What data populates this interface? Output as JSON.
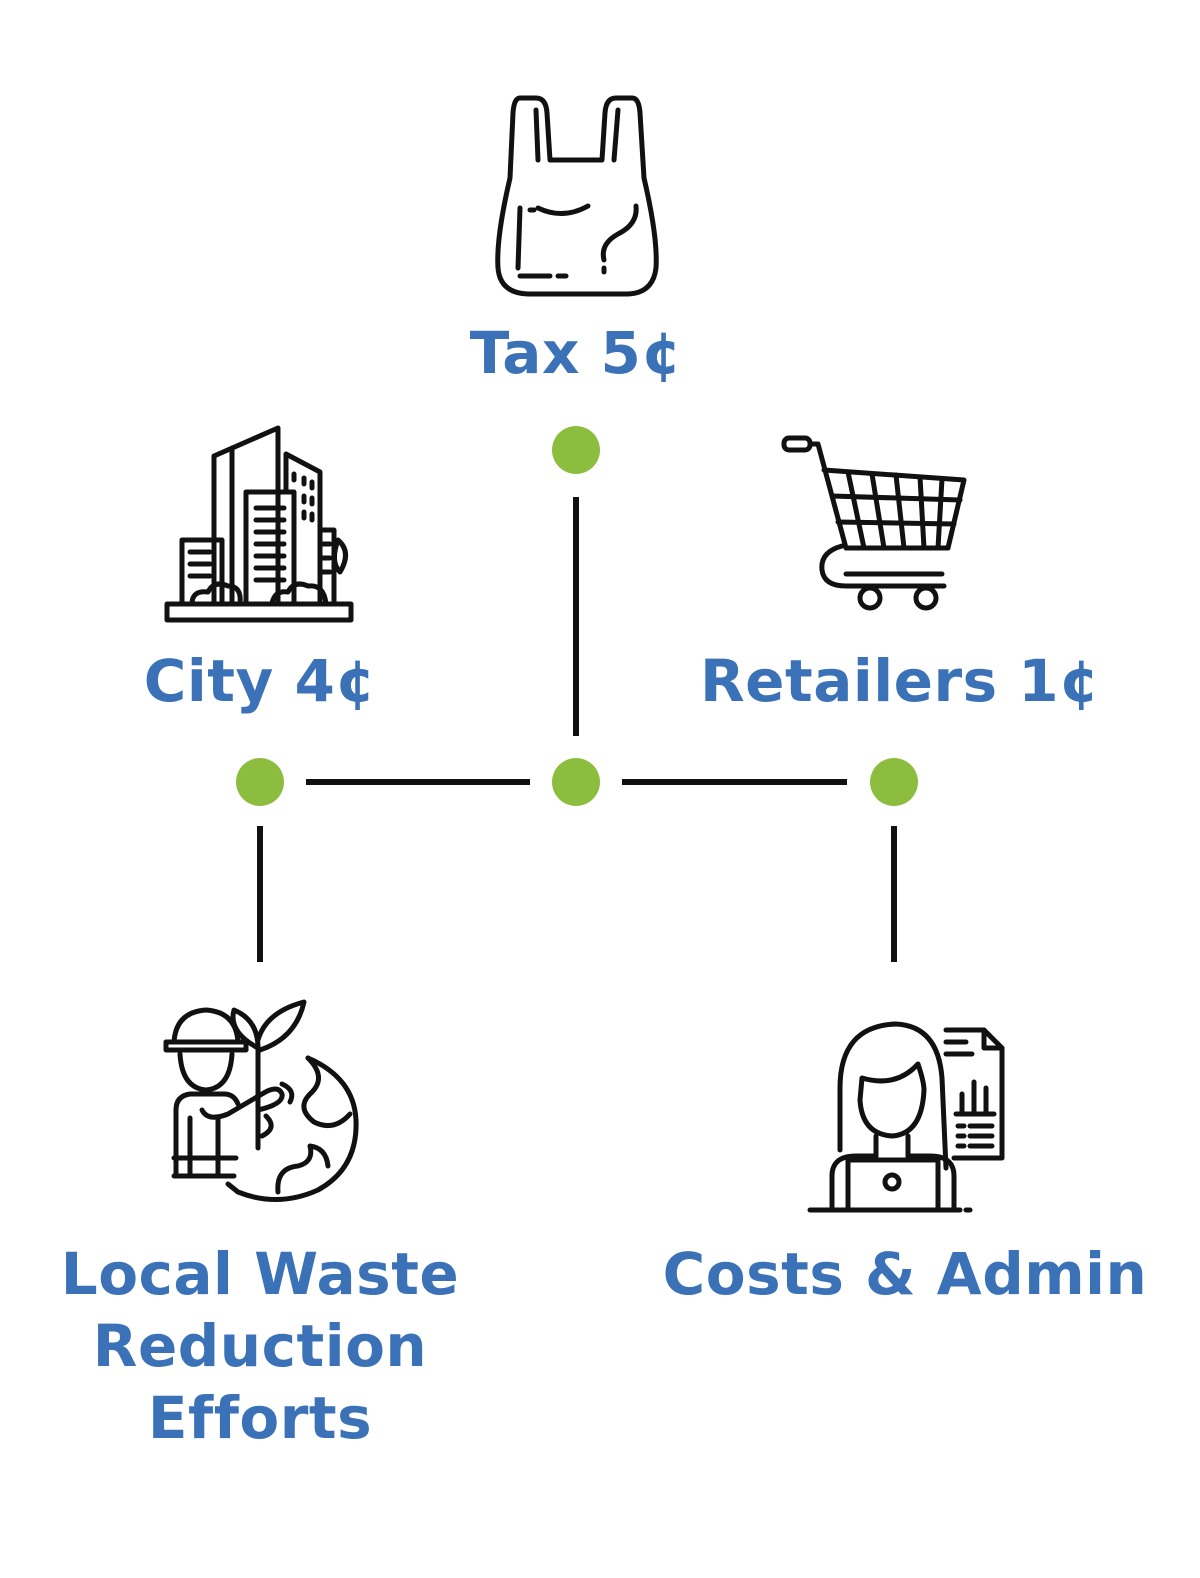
{
  "colors": {
    "label": "#3b72b7",
    "node": "#8cbd3f",
    "line": "#111111"
  },
  "nodes": {
    "tax": {
      "label": "Tax 5¢",
      "icon": "shopping-bag-icon"
    },
    "city": {
      "label": "City 4¢",
      "icon": "city-buildings-icon"
    },
    "retailers": {
      "label": "Retailers 1¢",
      "icon": "shopping-cart-icon"
    },
    "local": {
      "label_lines": [
        "Local Waste",
        "Reduction",
        "Efforts"
      ],
      "icon": "planting-earth-icon"
    },
    "costs": {
      "label": "Costs & Admin",
      "icon": "office-worker-icon"
    }
  }
}
